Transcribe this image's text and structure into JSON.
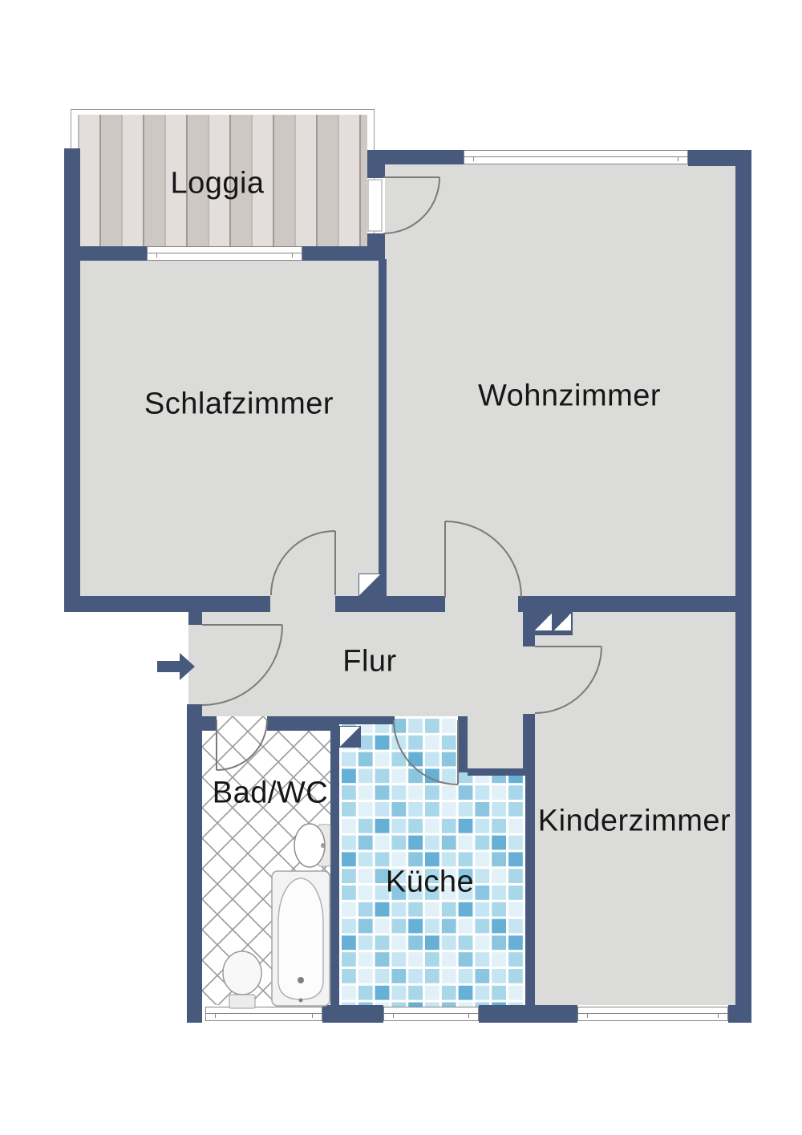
{
  "floorplan": {
    "rooms": {
      "loggia": {
        "label": "Loggia"
      },
      "schlafzimmer": {
        "label": "Schlafzimmer"
      },
      "wohnzimmer": {
        "label": "Wohnzimmer"
      },
      "flur": {
        "label": "Flur"
      },
      "bad": {
        "label": "Bad/WC"
      },
      "kueche": {
        "label": "Küche"
      },
      "kinderzimmer": {
        "label": "Kinderzimmer"
      }
    },
    "fixtures": [
      "bathtub",
      "washbasin",
      "toilet"
    ],
    "entry": {
      "marker": "arrow-right"
    },
    "colors": {
      "wall": "#475A7D",
      "floor": "#DBDCD9",
      "loggia_plank": "#D8D2CE",
      "bath_tile_line": "#9A9A9A",
      "kitchen_tile_palette": [
        "#E2F1F8",
        "#C6E5F2",
        "#A9D7EA",
        "#8AC6E0",
        "#66B0D5"
      ]
    }
  }
}
